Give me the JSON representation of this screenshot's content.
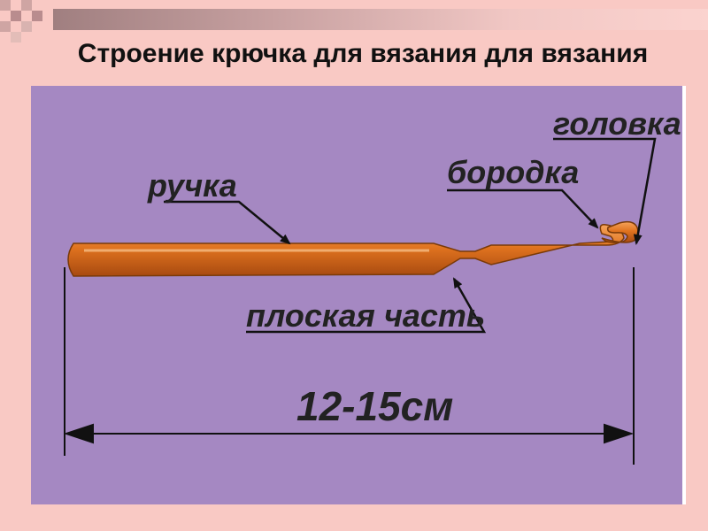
{
  "slide": {
    "title": "Строение крючка для вязания для вязания"
  },
  "diagram": {
    "labels": {
      "head": "головка",
      "beard": "бородка",
      "handle": "ручка",
      "flat_part": "плоская часть",
      "length": "12-15см"
    },
    "colors": {
      "background": "#f9c9c4",
      "panel": "#a588c2",
      "hook": "#e0731f"
    }
  }
}
